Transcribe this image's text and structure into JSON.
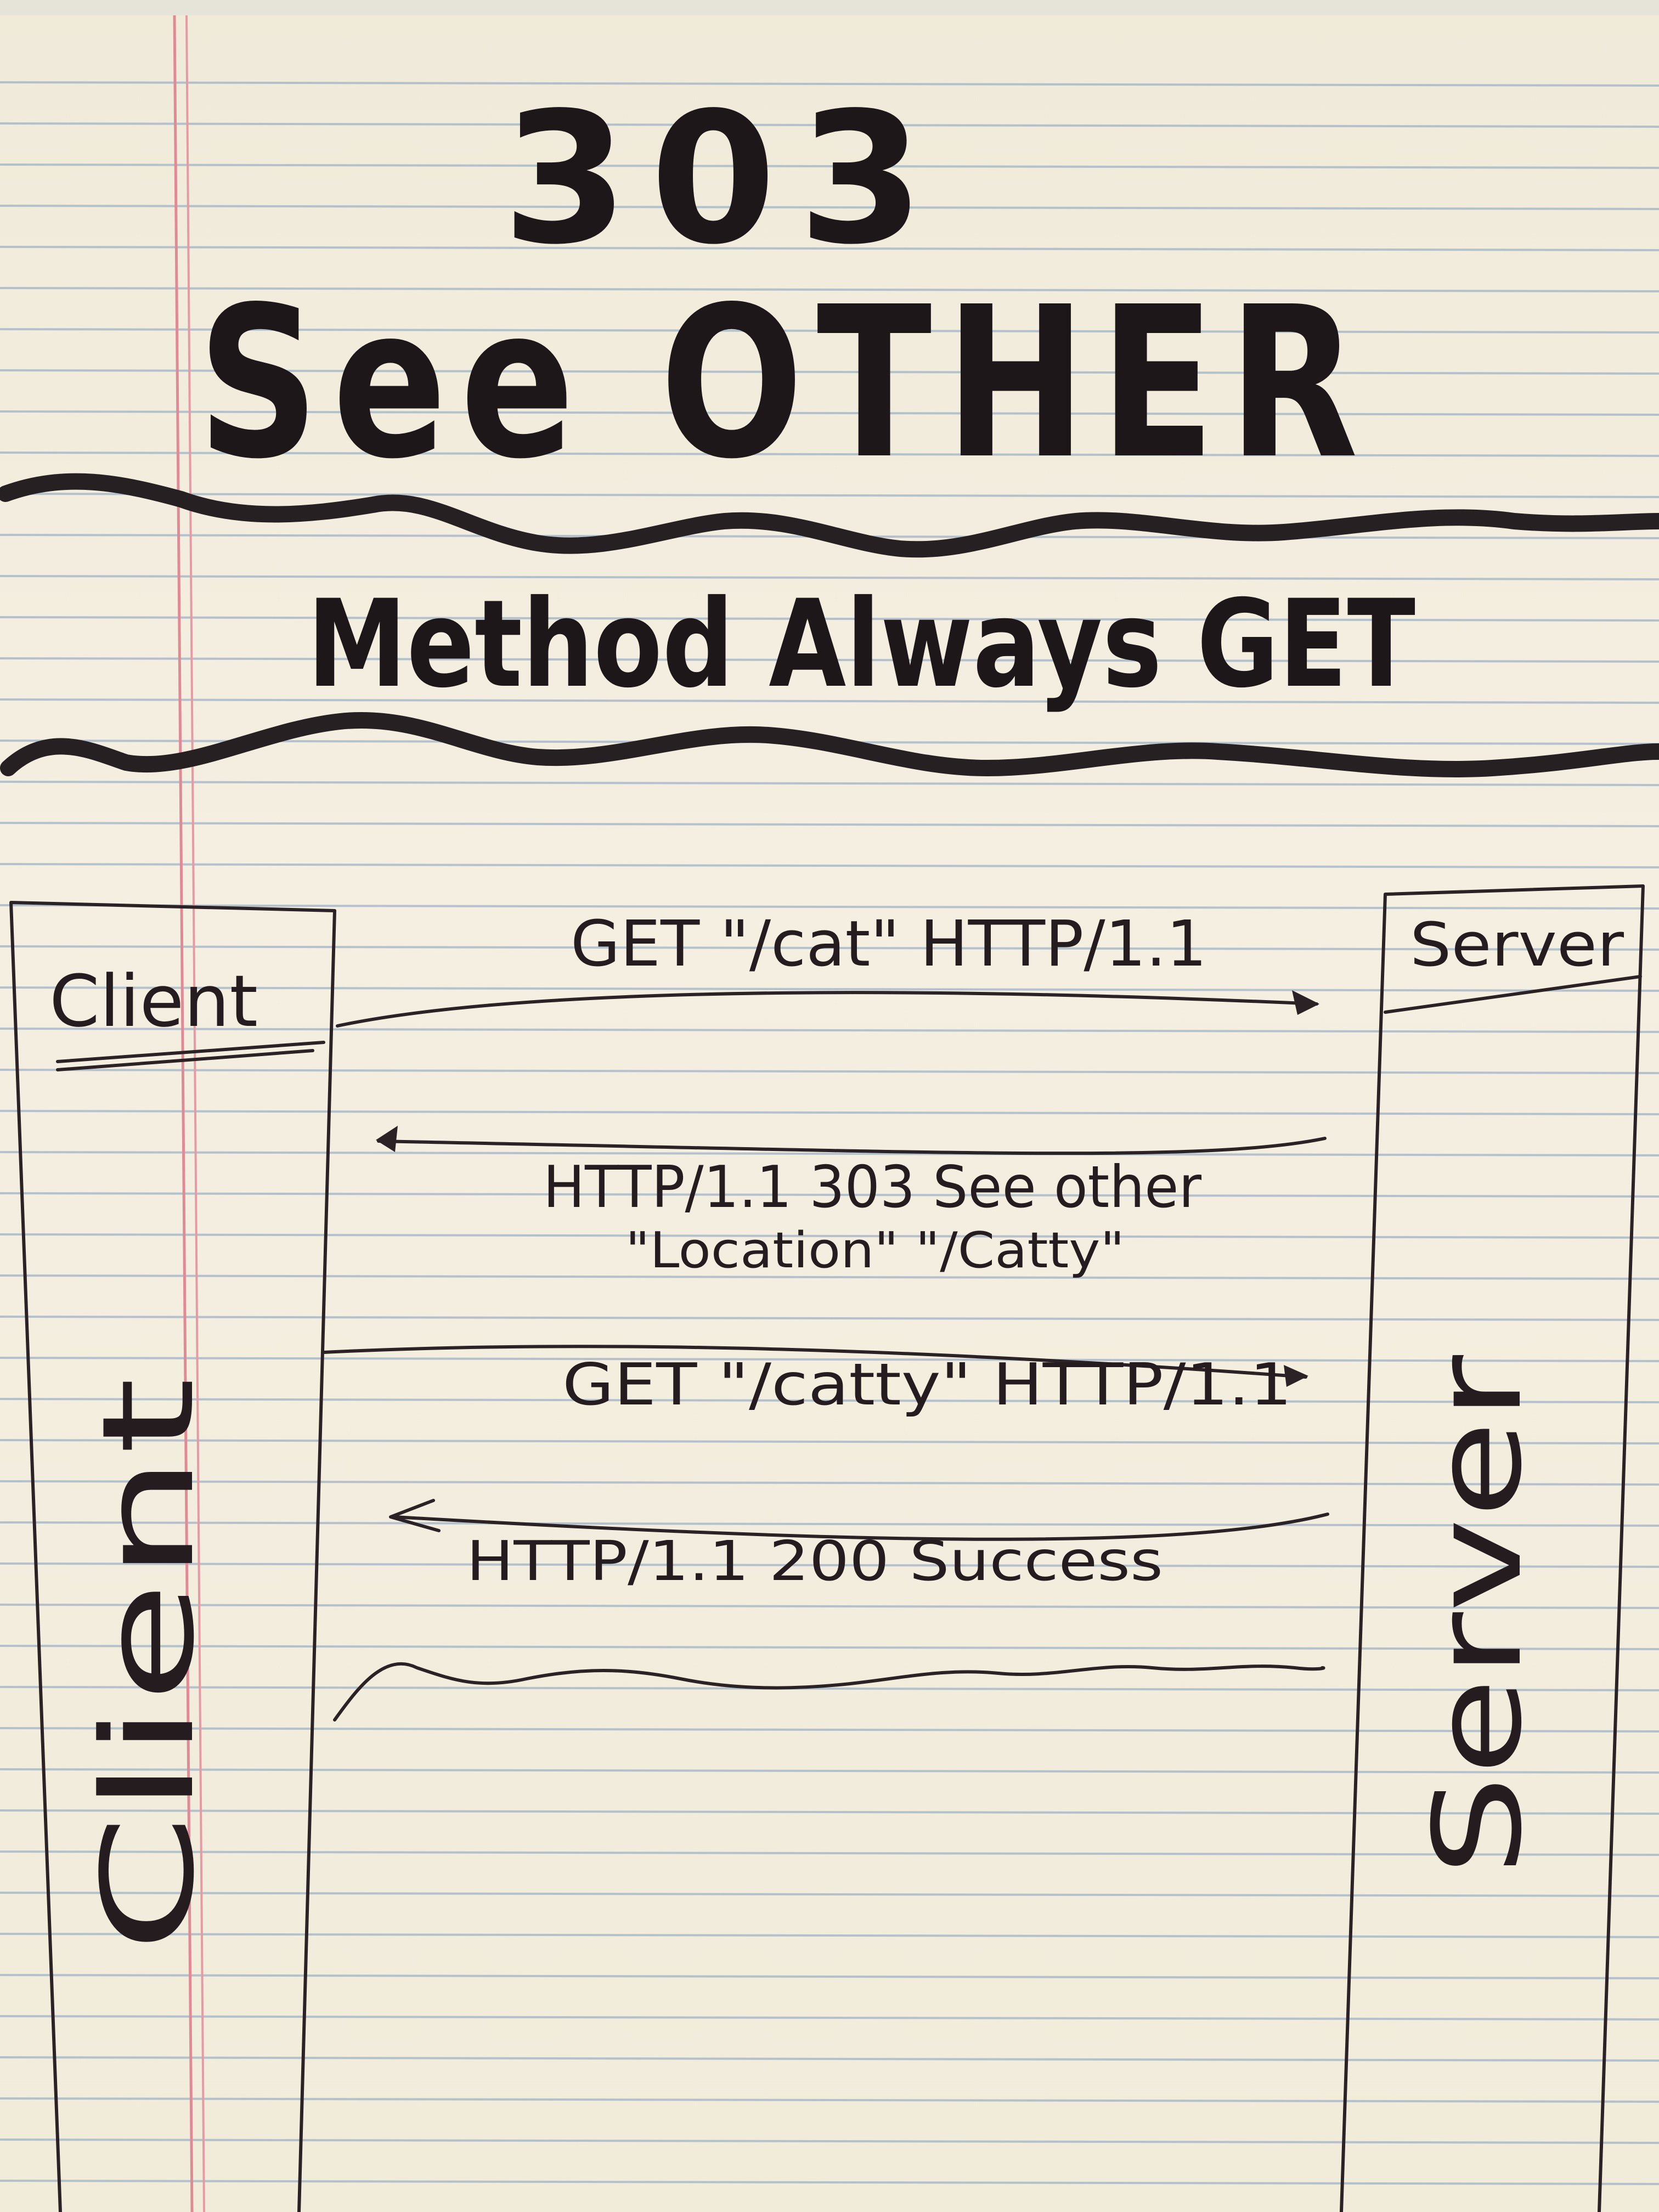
{
  "heading": {
    "code": "303",
    "phrase": "See OTHER",
    "note": "Method Always GET"
  },
  "participants": {
    "client_box_label": "Client",
    "client_lifeline_label": "Client",
    "server_box_label": "Server",
    "server_lifeline_label": "Server"
  },
  "messages": [
    {
      "label": "GET \"/cat\" HTTP/1.1",
      "direction": "client-to-server"
    },
    {
      "label": "HTTP/1.1 303 See other",
      "detail": "\"Location\" \"/Catty\"",
      "direction": "server-to-client"
    },
    {
      "label": "GET \"/catty\" HTTP/1.1",
      "direction": "client-to-server"
    },
    {
      "label": "HTTP/1.1 200 Success",
      "direction": "server-to-client"
    }
  ],
  "colors": {
    "paper": "#f2ecdc",
    "rule_line": "#9fb3c8",
    "margin_line": "#e08a95",
    "ink": "#241c1f"
  }
}
